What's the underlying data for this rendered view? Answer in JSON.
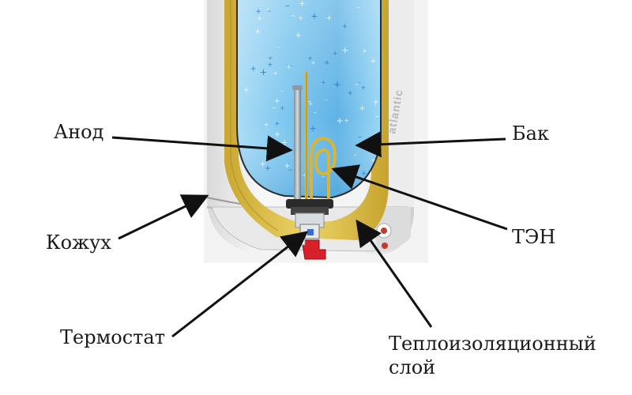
{
  "labels": {
    "anod": "Анод",
    "bak": "Бак",
    "kozhuh": "Кожух",
    "ten": "ТЭН",
    "termostat": "Термостат",
    "teploizolyatsiya_line1": "Теплоизоляционный",
    "teploizolyatsiya_line2": "слой"
  },
  "brand": "atlantic",
  "colors": {
    "water": "#8fd0f2",
    "insulation": "#e2c84a",
    "casing": "#f1f1f1",
    "heater": "#d9b43a",
    "thermostat": "#d8202a"
  }
}
